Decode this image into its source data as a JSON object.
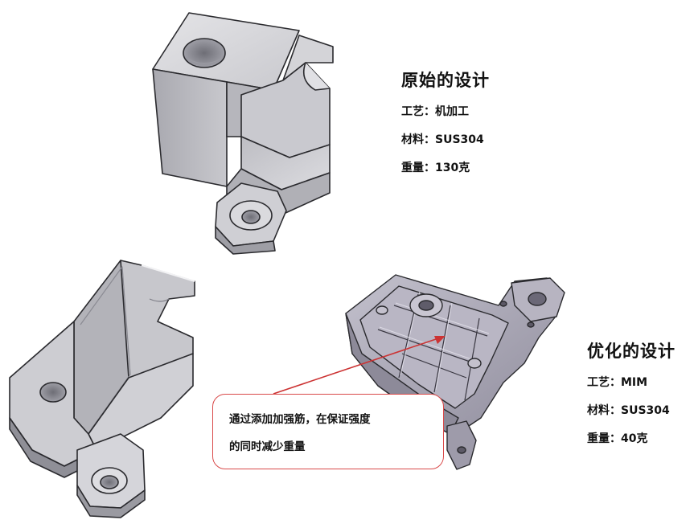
{
  "original_design": {
    "title": "原始的设计",
    "process": "工艺：机加工",
    "material": "材料：SUS304",
    "weight": "重量：130克"
  },
  "optimized_design": {
    "title": "优化的设计",
    "process": "工艺：MIM",
    "material": "材料：SUS304",
    "weight": "重量：40克"
  },
  "callout": {
    "line1": "通过添加加强筋，在保证强度",
    "line2": "的同时减少重量"
  },
  "colors": {
    "callout_border": "#d94a4a",
    "arrow": "#cc3333",
    "part_light": "#d9d9dc",
    "part_mid": "#b9b9bf",
    "part_dark": "#8e8e96",
    "part_edge": "#2a2a2e",
    "mim_part": "#a9a7b5"
  }
}
